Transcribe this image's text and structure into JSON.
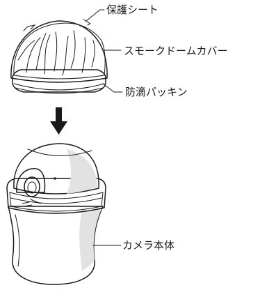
{
  "labels": {
    "protective_sheet": "保護シート",
    "smoke_dome_cover": "スモークドームカバー",
    "waterproof_packing": "防滴パッキン",
    "camera_body": "カメラ本体"
  },
  "colors": {
    "ink": "#1a1a1a",
    "dome_fill": "#9b9b9b",
    "sheet_fill": "#b7b7b7",
    "body_fill": "#ffffff",
    "shade_fill": "#e2e2e2"
  }
}
